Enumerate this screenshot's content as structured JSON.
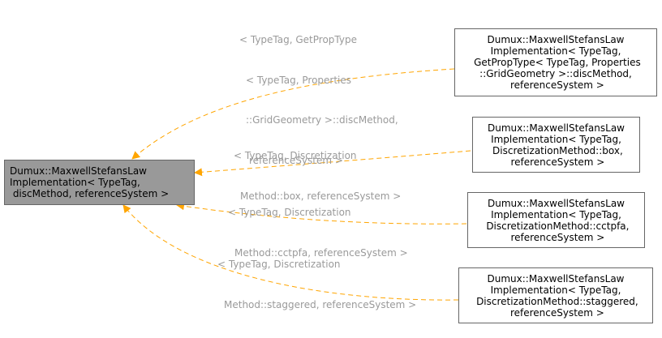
{
  "colors": {
    "edge": "#FFA500",
    "base_fill": "#999999",
    "node_border": "#666666",
    "label_text": "#9a9a9a"
  },
  "base_node": {
    "lines": [
      "Dumux::MaxwellStefansLaw",
      "Implementation< TypeTag,",
      " discMethod, referenceSystem >"
    ]
  },
  "derived_nodes": [
    {
      "lines": [
        "Dumux::MaxwellStefansLaw",
        "Implementation< TypeTag,",
        " GetPropType< TypeTag, Properties",
        "::GridGeometry >::discMethod,",
        " referenceSystem >"
      ],
      "edge_label": [
        "< TypeTag, GetPropType",
        "< TypeTag, Properties",
        "::GridGeometry >::discMethod,",
        "referenceSystem >"
      ]
    },
    {
      "lines": [
        "Dumux::MaxwellStefansLaw",
        "Implementation< TypeTag,",
        " DiscretizationMethod::box,",
        " referenceSystem >"
      ],
      "edge_label": [
        "< TypeTag, Discretization",
        "Method::box, referenceSystem >"
      ]
    },
    {
      "lines": [
        "Dumux::MaxwellStefansLaw",
        "Implementation< TypeTag,",
        " DiscretizationMethod::cctpfa,",
        " referenceSystem >"
      ],
      "edge_label": [
        "< TypeTag, Discretization",
        "Method::cctpfa, referenceSystem >"
      ]
    },
    {
      "lines": [
        "Dumux::MaxwellStefansLaw",
        "Implementation< TypeTag,",
        " DiscretizationMethod::staggered,",
        " referenceSystem >"
      ],
      "edge_label": [
        "< TypeTag, Discretization",
        "Method::staggered, referenceSystem >"
      ]
    }
  ]
}
